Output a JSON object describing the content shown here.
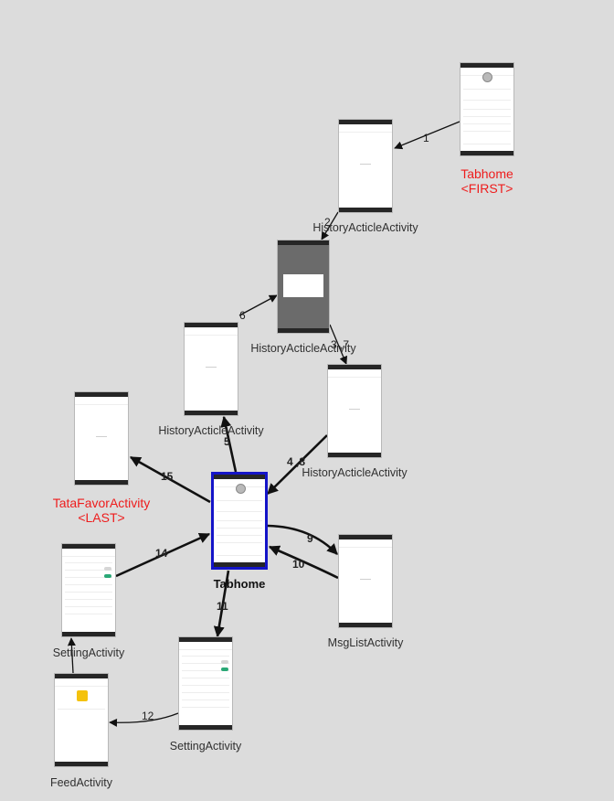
{
  "nodes": [
    {
      "id": "n0",
      "label_lines": [
        "Tabhome",
        "<FIRST>"
      ],
      "style": "red"
    },
    {
      "id": "n1",
      "label_lines": [
        "HistoryActicleActivity"
      ],
      "style": "normal"
    },
    {
      "id": "n2",
      "label_lines": [
        "HistoryActicleActivity"
      ],
      "style": "normal"
    },
    {
      "id": "n3",
      "label_lines": [
        "HistoryActicleActivity"
      ],
      "style": "normal"
    },
    {
      "id": "n4",
      "label_lines": [
        "HistoryActicleActivity"
      ],
      "style": "normal"
    },
    {
      "id": "n5",
      "label_lines": [
        "TataFavorActivity",
        "<LAST>"
      ],
      "style": "red"
    },
    {
      "id": "n6",
      "label_lines": [
        "Tabhome"
      ],
      "style": "bold"
    },
    {
      "id": "n7",
      "label_lines": [
        "MsgListActivity"
      ],
      "style": "normal"
    },
    {
      "id": "n8",
      "label_lines": [
        "SettingActivity"
      ],
      "style": "normal"
    },
    {
      "id": "n9",
      "label_lines": [
        "SettingActivity"
      ],
      "style": "normal"
    },
    {
      "id": "n10",
      "label_lines": [
        "FeedActivity"
      ],
      "style": "normal"
    }
  ],
  "edges": [
    {
      "id": "e1",
      "from": "n0",
      "to": "n1",
      "label": "1",
      "bold": false
    },
    {
      "id": "e2",
      "from": "n1",
      "to": "n2",
      "label": "2",
      "bold": false
    },
    {
      "id": "e3",
      "from": "n2",
      "to": "n4",
      "label": "3 ,7",
      "bold": false
    },
    {
      "id": "e4",
      "from": "n4",
      "to": "n6",
      "label": "4 ,8",
      "bold": true
    },
    {
      "id": "e5",
      "from": "n6",
      "to": "n3",
      "label": "5",
      "bold": true
    },
    {
      "id": "e6",
      "from": "n3",
      "to": "n2",
      "label": "6",
      "bold": false
    },
    {
      "id": "e9",
      "from": "n6",
      "to": "n7",
      "label": "9",
      "bold": true
    },
    {
      "id": "e10",
      "from": "n7",
      "to": "n6",
      "label": "10",
      "bold": true
    },
    {
      "id": "e11",
      "from": "n6",
      "to": "n9",
      "label": "11",
      "bold": true
    },
    {
      "id": "e12",
      "from": "n9",
      "to": "n10",
      "label": "12",
      "bold": false
    },
    {
      "id": "e13",
      "from": "n10",
      "to": "n8",
      "label": "",
      "bold": false
    },
    {
      "id": "e14",
      "from": "n8",
      "to": "n6",
      "label": "14",
      "bold": true
    },
    {
      "id": "e15",
      "from": "n6",
      "to": "n5",
      "label": "15",
      "bold": true
    }
  ],
  "colors": {
    "background": "#dcdcdc",
    "edge": "#111111",
    "first_last_label": "#ee1c1c",
    "current_border": "#1414c8"
  }
}
